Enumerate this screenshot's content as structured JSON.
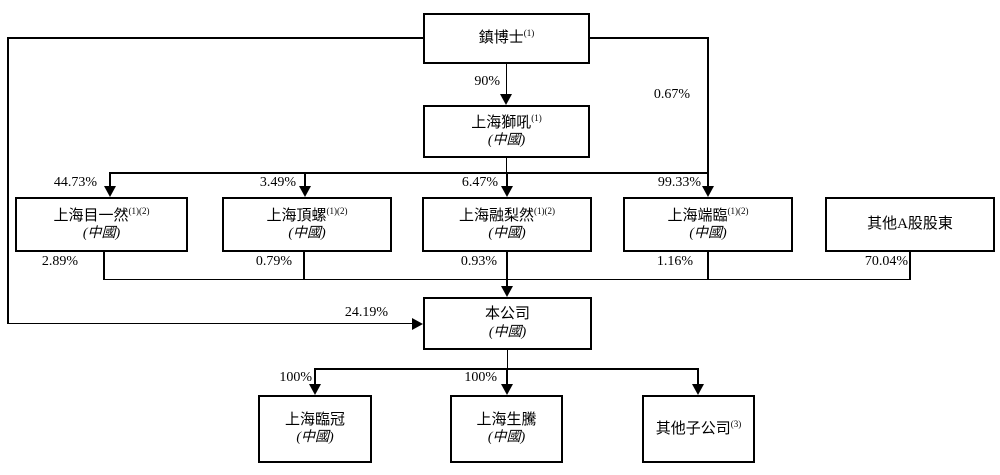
{
  "nodes": {
    "zhen": {
      "name": "鎮博士",
      "sup": "(1)"
    },
    "shihou": {
      "name": "上海獅吼",
      "sup": "(1)",
      "region": "(中國)"
    },
    "muyiran": {
      "name": "上海目一然",
      "sup": "(1)(2)",
      "region": "(中國)"
    },
    "dingluo": {
      "name": "上海頂螺",
      "sup": "(1)(2)",
      "region": "(中國)"
    },
    "rongliran": {
      "name": "上海融梨然",
      "sup": "(1)(2)",
      "region": "(中國)"
    },
    "duanlin": {
      "name": "上海端臨",
      "sup": "(1)(2)",
      "region": "(中國)"
    },
    "other_a": {
      "name": "其他A股股東"
    },
    "company": {
      "name": "本公司",
      "region": "(中國)"
    },
    "linguan": {
      "name": "上海臨冠",
      "region": "(中國)"
    },
    "shengteng": {
      "name": "上海生騰",
      "region": "(中國)"
    },
    "other_sub": {
      "name": "其他子公司",
      "sup": "(3)"
    }
  },
  "labels": {
    "zhen_to_shihou": "90%",
    "zhen_to_duanlin": "0.67%",
    "shihou_to_muyiran": "44.73%",
    "shihou_to_dingluo": "3.49%",
    "shihou_to_rongliran": "6.47%",
    "shihou_to_duanlin": "99.33%",
    "muyiran_to_company": "2.89%",
    "dingluo_to_company": "0.79%",
    "rongliran_to_company": "0.93%",
    "duanlin_to_company": "1.16%",
    "othera_to_company": "70.04%",
    "zhen_to_company": "24.19%",
    "company_to_linguan": "100%",
    "company_to_shengteng": "100%"
  },
  "colors": {
    "line": "#000000",
    "box_background": "#ffffff",
    "page_background": "#ffffff"
  }
}
